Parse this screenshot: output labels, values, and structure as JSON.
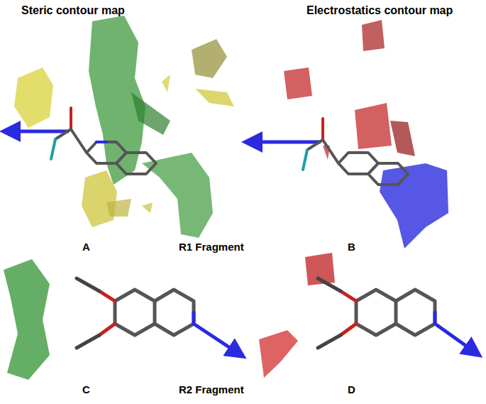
{
  "diagram": {
    "labels": [
      "Steric contour map",
      "Electrostatics contour map",
      "A",
      "R1 Fragment",
      "B",
      "C",
      "R2 Fragment",
      "D"
    ]
  }
}
